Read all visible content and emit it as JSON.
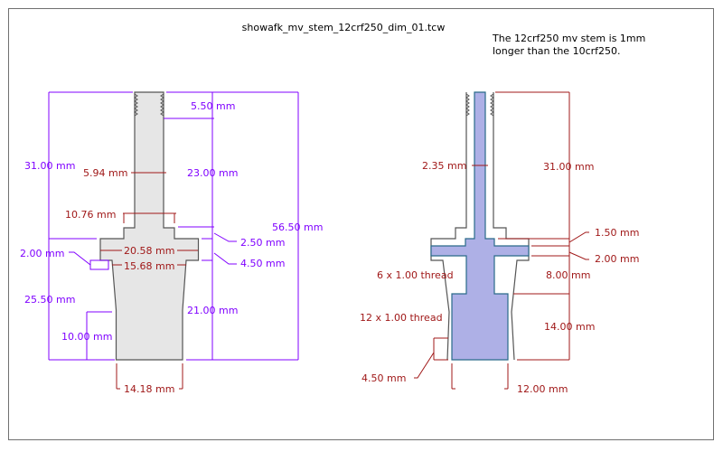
{
  "title": "showafk_mv_stem_12crf250_dim_01.tcw",
  "note": [
    "The 12crf250 mv stem is 1mm",
    "longer than the 10crf250."
  ],
  "colors": {
    "dimension_purple": "#7f00ff",
    "dimension_red": "#a01818",
    "part_fill": "#e6e6e6",
    "cavity_fill": "#aeb0e6"
  },
  "left_view": {
    "dims": {
      "overall_left": "31.00 mm",
      "thread_length": "5.50 mm",
      "stem_diameter": "5.94 mm",
      "stem_length": "23.00 mm",
      "step_diameter": "10.76 mm",
      "overall_length": "56.50 mm",
      "step_height": "2.50 mm",
      "flange_diameter": "20.58 mm",
      "flange_offset": "4.50 mm",
      "groove": "2.00 mm",
      "groove_diameter": "15.68 mm",
      "lower_length": "25.50 mm",
      "body_length": "21.00 mm",
      "straight_length": "10.00 mm",
      "base_diameter": "14.18 mm"
    }
  },
  "right_view": {
    "dims": {
      "bore_diameter": "2.35 mm",
      "upper_length": "31.00 mm",
      "disc_offset": "1.50 mm",
      "disc_thickness": "2.00 mm",
      "small_thread": "6 x 1.00 thread",
      "small_thread_length": "8.00 mm",
      "large_thread": "12 x 1.00 thread",
      "large_thread_length": "14.00 mm",
      "skirt_length": "4.50 mm",
      "base_diameter": "12.00 mm"
    }
  }
}
